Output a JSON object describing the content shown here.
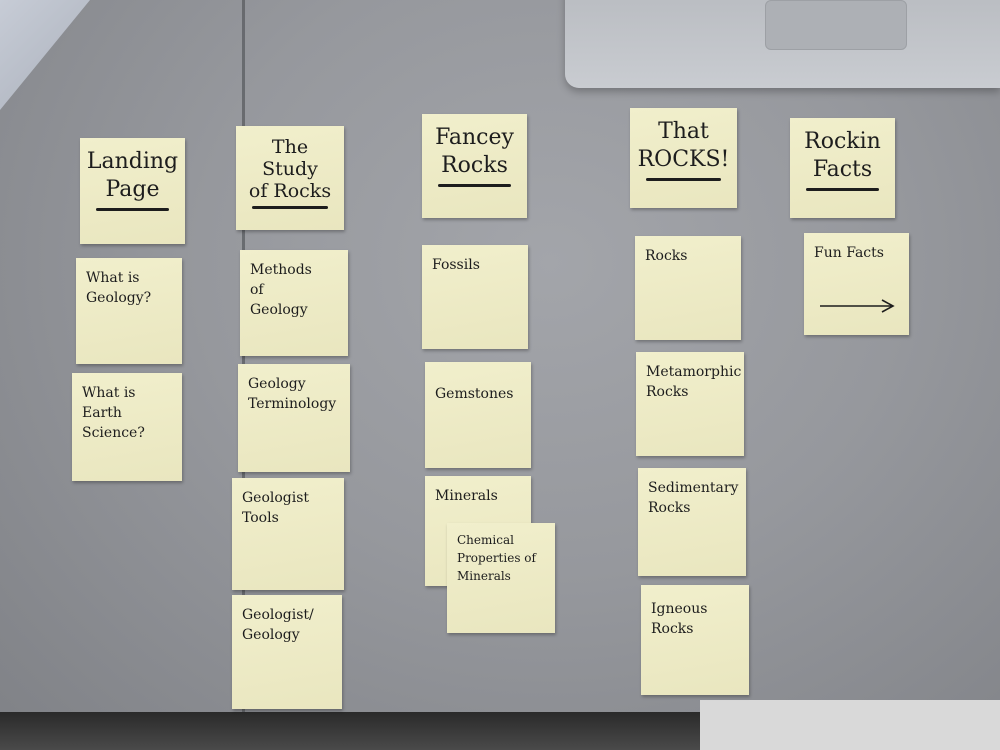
{
  "columns": [
    {
      "header": [
        "Landing",
        "Page"
      ],
      "notes": [
        [
          "What is",
          "Geology?"
        ],
        [
          "What is",
          "Earth",
          "Science?"
        ]
      ]
    },
    {
      "header": [
        "The",
        "Study",
        "of Rocks"
      ],
      "notes": [
        [
          "Methods",
          "of",
          "Geology"
        ],
        [
          "Geology",
          "Terminology"
        ],
        [
          "Geologist",
          "Tools"
        ],
        [
          "Geologist/",
          "Geology"
        ]
      ]
    },
    {
      "header": [
        "Fancey",
        "Rocks"
      ],
      "notes": [
        [
          "Fossils"
        ],
        [
          "Gemstones"
        ],
        [
          "Minerals"
        ],
        [
          "Chemical",
          "Properties of",
          "Minerals"
        ]
      ]
    },
    {
      "header": [
        "That",
        "ROCKS!"
      ],
      "notes": [
        [
          "Rocks"
        ],
        [
          "Metamorphic",
          "Rocks"
        ],
        [
          "Sedimentary",
          "Rocks"
        ],
        [
          "Igneous",
          "Rocks"
        ]
      ]
    },
    {
      "header": [
        "Rockin",
        "Facts"
      ],
      "notes": [
        [
          "Fun Facts"
        ]
      ]
    }
  ],
  "colors": {
    "sticky_note": "#efedc8",
    "ink": "#1d1d1d",
    "table": "#96989d"
  }
}
